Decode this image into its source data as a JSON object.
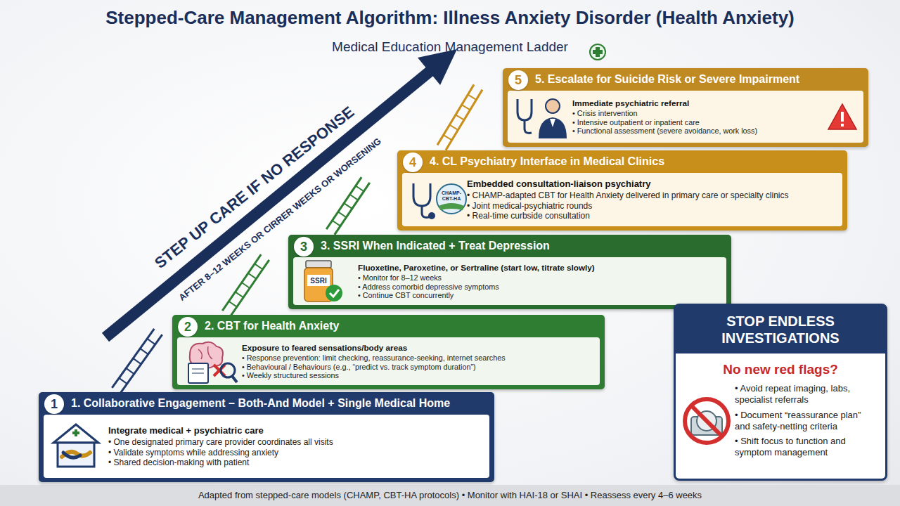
{
  "diagram": {
    "title": "Stepped-Care Management Algorithm: Illness Anxiety Disorder (Health Anxiety)",
    "caption": "Adapted from stepped-care models (CHAMP, CBT-HA protocols) • Monitor with HAI-18 or SHAI • Reassess every 4–6 weeks",
    "nodes": [
      {
        "text": [
          "1. Collaborative Engagement – Both-And Model + Single Medical Home"
        ]
      },
      {
        "text": [
          "Integrate medical + psychiatric care",
          "• One designated primary care provider coordinates all visits",
          "• Validate symptoms while addressing anxiety",
          "• Shared decision-making with patient"
        ],
        "in": 0
      },
      {
        "text": [
          "2. CBT for Health Anxiety"
        ]
      },
      {
        "text": [
          "Exposure to feared sensations/body areas",
          "• Response prevention: limit checking, reassurance-seeking, internet searches",
          "• Behavioural / Behaviours (e.g., “predict vs. track symptom duration”)",
          "• Weekly structured sessions"
        ],
        "in": 2
      },
      {
        "text": [
          "3. SSRI When Indicated + Treat Depression"
        ]
      },
      {
        "text": [
          "Fluoxetine, Paroxetine, or Sertraline (start low, titrate slowly)",
          "• Monitor for 8–12 weeks",
          "• Address comorbid depressive symptoms",
          "• Continue CBT concurrently"
        ],
        "in": 4
      },
      {
        "text": [
          "4. CL Psychiatry Interface in Medical Clinics"
        ]
      },
      {
        "text": [
          "Embedded consultation-liaison psychiatry",
          "• CHAMP-adapted CBT for Health Anxiety delivered in primary care or specialty clinics",
          "• Joint medical-psychiatric rounds",
          "• Real-time curbside consultation"
        ],
        "in": 6
      },
      {
        "text": [
          "5. Escalate for Suicide Risk or Severe Impairment"
        ]
      },
      {
        "text": [
          "Immediate psychiatric referral",
          "• Crisis intervention",
          "• Intensive outpatient or inpatient care",
          "• Functional assessment (severe avoidance, work loss)"
        ],
        "in": 8
      },
      {
        "text": [
          "STOP ENDLESS INVESTIGATIONS",
          "No new red flags?",
          "• Avoid repeat imaging, labs, specialist referrals",
          "• Document “reassurance plan” and safety-netting criteria",
          "• Shift focus to function and symptom management"
        ]
      }
    ],
    "labels": [
      "Medical Education Management Ladder",
      "STEP UP CARE IF NO RESPONSE",
      "AFTER 8–12 WEEKS OR CIRRER WEEKS OR WORSENING",
      "1",
      "2",
      "3",
      "4",
      "5",
      "SSRI",
      "CHAMP- CBT-HA"
    ]
  }
}
